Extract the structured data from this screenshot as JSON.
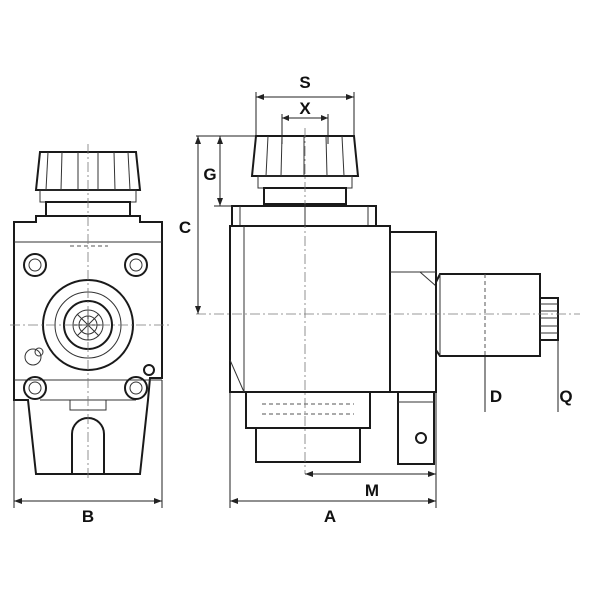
{
  "labels": {
    "S": "S",
    "X": "X",
    "G": "G",
    "C": "C",
    "B": "B",
    "A": "A",
    "M": "M",
    "D": "D",
    "Q": "Q"
  }
}
